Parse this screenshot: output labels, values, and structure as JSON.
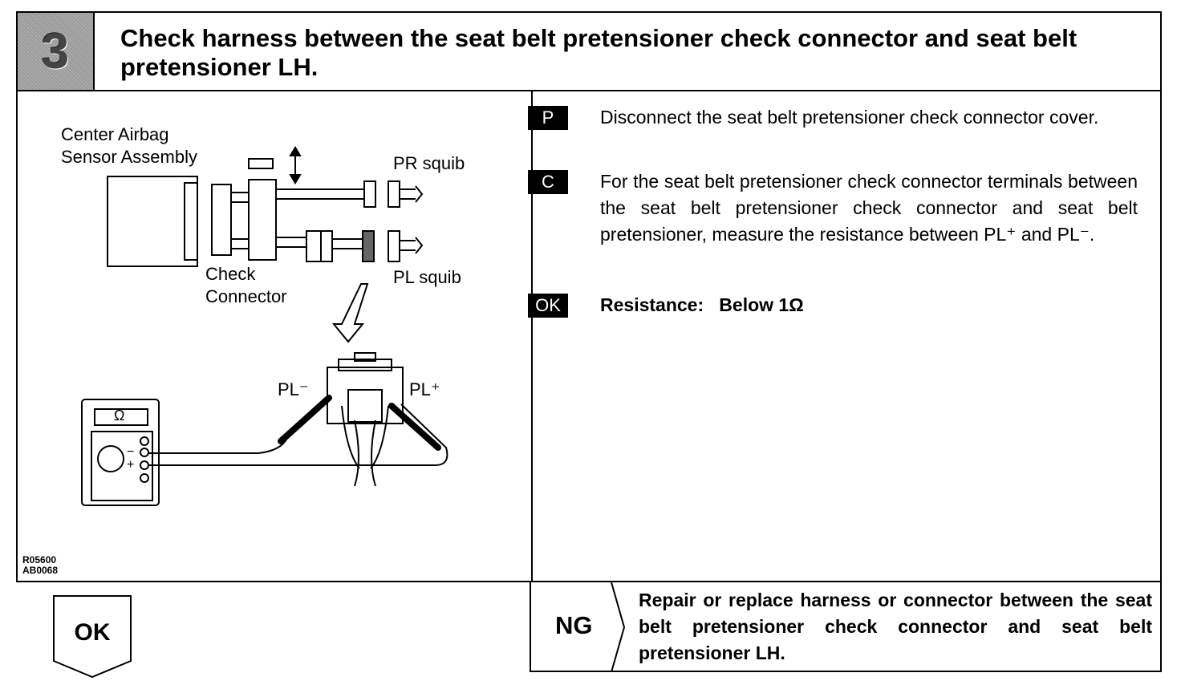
{
  "header": {
    "step_number": "3",
    "title": "Check harness between the seat belt pretensioner check connector and seat belt pretensioner LH."
  },
  "figure": {
    "label_center_airbag": "Center Airbag",
    "label_sensor_assembly": "Sensor Assembly",
    "label_pr_squib": "PR squib",
    "label_pl_squib": "PL squib",
    "label_check": "Check",
    "label_connector": "Connector",
    "label_pl_minus": "PL⁻",
    "label_pl_plus": "PL⁺",
    "meter_symbol": "Ω",
    "meter_minus": "−",
    "meter_plus": "+",
    "code_1": "R05600",
    "code_2": "AB0068"
  },
  "steps": [
    {
      "tag": "P",
      "text": "Disconnect the seat belt pretensioner check connector cover."
    },
    {
      "tag": "C",
      "text": "For the seat belt pretensioner check connector terminals between the seat belt pretensioner check connector and seat belt pretensioner, measure the resistance between PL⁺ and PL⁻."
    },
    {
      "tag": "OK",
      "text": "Resistance:   Below 1Ω"
    }
  ],
  "ok_button": {
    "label": "OK"
  },
  "ng": {
    "label": "NG",
    "text": "Repair or replace harness or connector between the seat belt pretensioner check connector and seat belt pretensioner LH."
  }
}
